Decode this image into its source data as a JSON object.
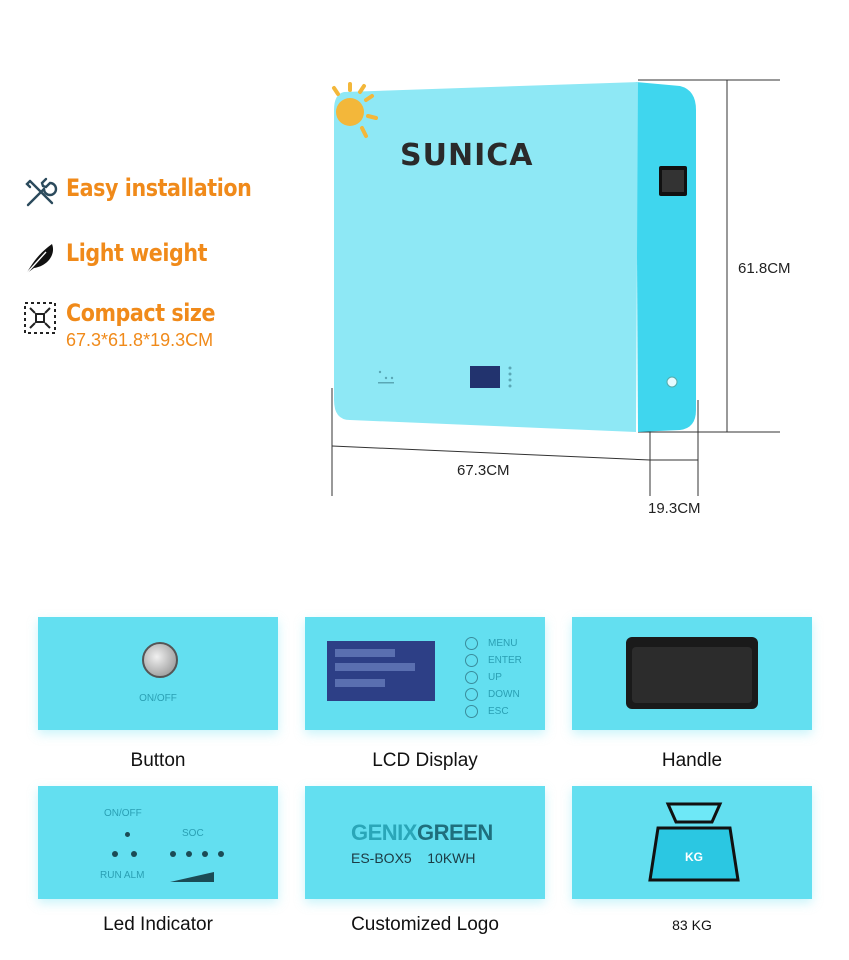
{
  "features": [
    {
      "icon": "tools-icon",
      "title": "Easy installation"
    },
    {
      "icon": "feather-icon",
      "title": "Light weight"
    },
    {
      "icon": "compact-icon",
      "title": "Compact size",
      "subtitle": "67.3*61.8*19.3CM"
    }
  ],
  "product": {
    "brand": "SUNICA",
    "dimensions": {
      "height": "61.8CM",
      "width": "67.3CM",
      "depth": "19.3CM"
    }
  },
  "panels": {
    "button": {
      "caption": "Button",
      "label": "ON/OFF"
    },
    "lcd": {
      "caption": "LCD Display",
      "buttons": [
        "MENU",
        "ENTER",
        "UP",
        "DOWN",
        "ESC"
      ]
    },
    "handle": {
      "caption": "Handle"
    },
    "led": {
      "caption": "Led Indicator",
      "onoff": "ON/OFF",
      "soc": "SOC",
      "runalm": "RUN ALM"
    },
    "logo": {
      "caption": "Customized Logo",
      "brand_a": "GENIX",
      "brand_b": "GREEN",
      "model": "ES-BOX5",
      "capacity": "10KWH"
    },
    "weight": {
      "caption": "83 KG",
      "unit": "KG"
    }
  },
  "colors": {
    "accent": "#f08a1a",
    "cyan": "#63dff0",
    "box": "#8ee8f5"
  }
}
